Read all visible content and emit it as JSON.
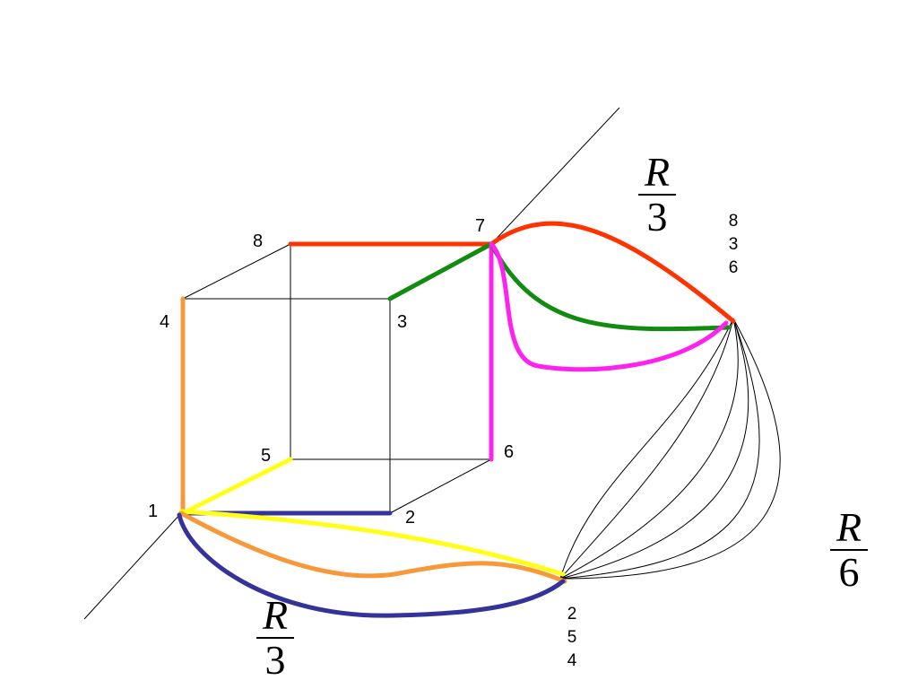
{
  "vertices": {
    "v1": "1",
    "v2": "2",
    "v3": "3",
    "v4": "4",
    "v5": "5",
    "v6": "6",
    "v7": "7",
    "v8": "8"
  },
  "merged_nodes": {
    "top": [
      "8",
      "3",
      "6"
    ],
    "bottom": [
      "2",
      "5",
      "4"
    ]
  },
  "fractions": {
    "top": {
      "numerator": "R",
      "denominator": "3"
    },
    "bottom": {
      "numerator": "R",
      "denominator": "3"
    },
    "right": {
      "numerator": "R",
      "denominator": "6"
    }
  },
  "colors": {
    "red": "#ff3300",
    "green": "#118c11",
    "magenta": "#ff22ee",
    "orange": "#f7993a",
    "yellow": "#ffff1a",
    "navy": "#333399",
    "black": "#000000"
  }
}
